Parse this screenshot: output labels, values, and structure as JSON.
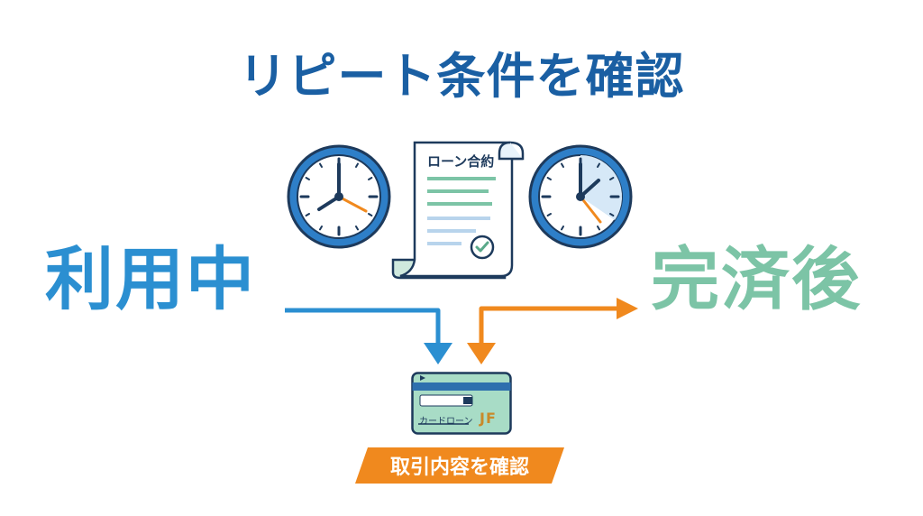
{
  "title": "リピート条件を確認",
  "status_left": "利用中",
  "status_right": "完済後",
  "document": {
    "heading": "ローン合約"
  },
  "card": {
    "label": "カードローン",
    "logo": "JF"
  },
  "badge": {
    "label": "取引内容を確認"
  },
  "colors": {
    "title": "#1a5fa3",
    "left_status": "#2b8fd1",
    "right_status": "#7cc4a6",
    "flow_blue": "#2b8fd1",
    "flow_orange": "#f0891e",
    "clock_ring": "#2e7fc8",
    "card_green": "#a8dcc6"
  },
  "icons": [
    "clock-left-icon",
    "contract-document-icon",
    "clock-right-icon",
    "credit-card-icon",
    "checkmark-icon"
  ]
}
